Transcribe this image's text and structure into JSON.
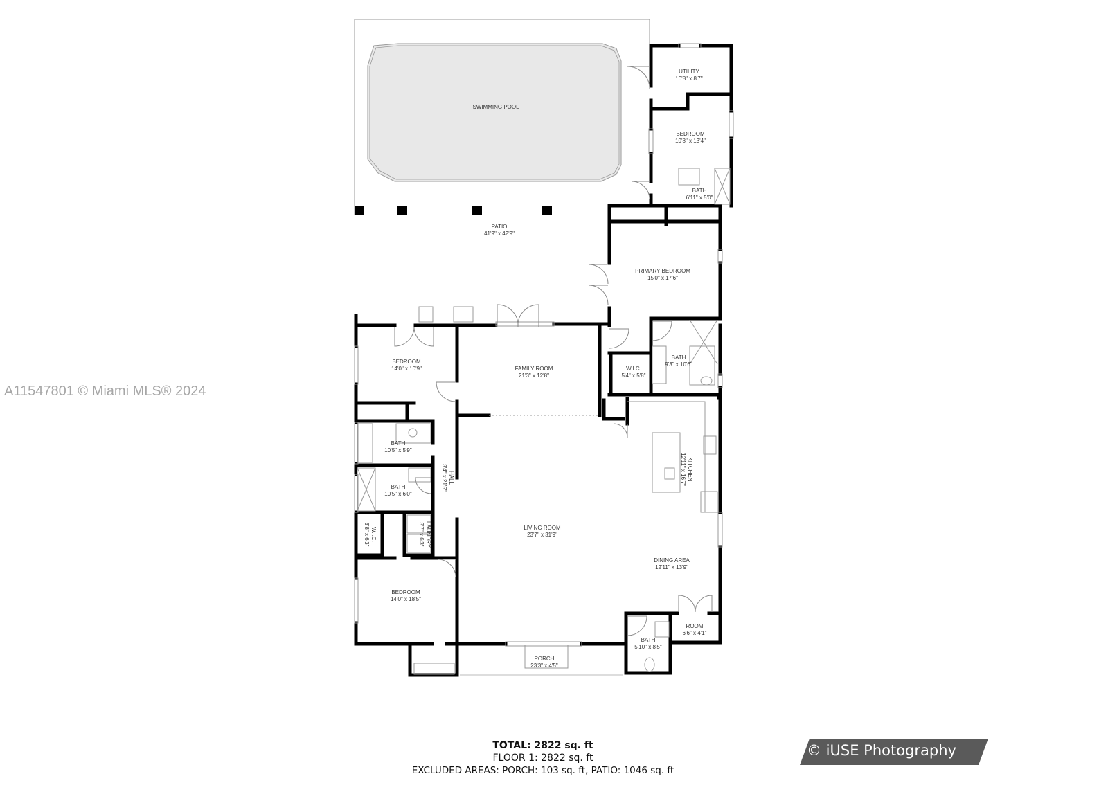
{
  "watermark": {
    "text": "A11547801 © Miami MLS® 2024"
  },
  "rooms": {
    "pool": {
      "name": "SWIMMING POOL"
    },
    "patio": {
      "name": "PATIO",
      "dims": "41'9\" x 42'9\""
    },
    "utility": {
      "name": "UTILITY",
      "dims": "10'8\" x 8'7\""
    },
    "bedroom_ne": {
      "name": "BEDROOM",
      "dims": "10'8\" x 13'4\""
    },
    "bath_ne": {
      "name": "BATH",
      "dims": "6'11\" x 5'0\""
    },
    "primary_bedroom": {
      "name": "PRIMARY BEDROOM",
      "dims": "15'0\" x 17'6\""
    },
    "primary_bath": {
      "name": "BATH",
      "dims": "9'3\" x 10'6\""
    },
    "primary_wic": {
      "name": "W.I.C.",
      "dims": "5'4\" x 5'8\""
    },
    "bedroom_w1": {
      "name": "BEDROOM",
      "dims": "14'0\" x 10'9\""
    },
    "family_room": {
      "name": "FAMILY ROOM",
      "dims": "21'3\" x 12'8\""
    },
    "bath_w1": {
      "name": "BATH",
      "dims": "10'5\" x 5'9\""
    },
    "bath_w2": {
      "name": "BATH",
      "dims": "10'5\" x 6'0\""
    },
    "hall": {
      "name": "HALL",
      "dims": "3'4\" x 21'5\""
    },
    "wic_w": {
      "name": "W.I.C.",
      "dims": "3'8\" x 6'3\""
    },
    "laundry": {
      "name": "LAUNDRY",
      "dims": "3'7\" x 6'3\""
    },
    "kitchen": {
      "name": "KITCHEN",
      "dims": "12'11\" x 16'7\""
    },
    "living_room": {
      "name": "LIVING ROOM",
      "dims": "23'7\" x 31'9\""
    },
    "dining_area": {
      "name": "DINING AREA",
      "dims": "12'11\" x 13'9\""
    },
    "bedroom_w2": {
      "name": "BEDROOM",
      "dims": "14'0\" x 18'5\""
    },
    "room": {
      "name": "ROOM",
      "dims": "6'6\" x 4'1\""
    },
    "bath_s": {
      "name": "BATH",
      "dims": "5'10\" x 8'5\""
    },
    "porch": {
      "name": "PORCH",
      "dims": "23'3\" x 4'5\""
    }
  },
  "totals": {
    "total": "TOTAL: 2822 sq. ft",
    "floor1": "FLOOR 1: 2822 sq. ft",
    "excluded": "EXCLUDED AREAS: PORCH: 103 sq. ft, PATIO: 1046 sq. ft"
  },
  "credit": {
    "text": "© iUSE Photography",
    "bg_color": "#5a5a5a"
  },
  "colors": {
    "wall": "#000000",
    "pool_fill": "#e6e6e6",
    "thin_line": "#888888"
  }
}
